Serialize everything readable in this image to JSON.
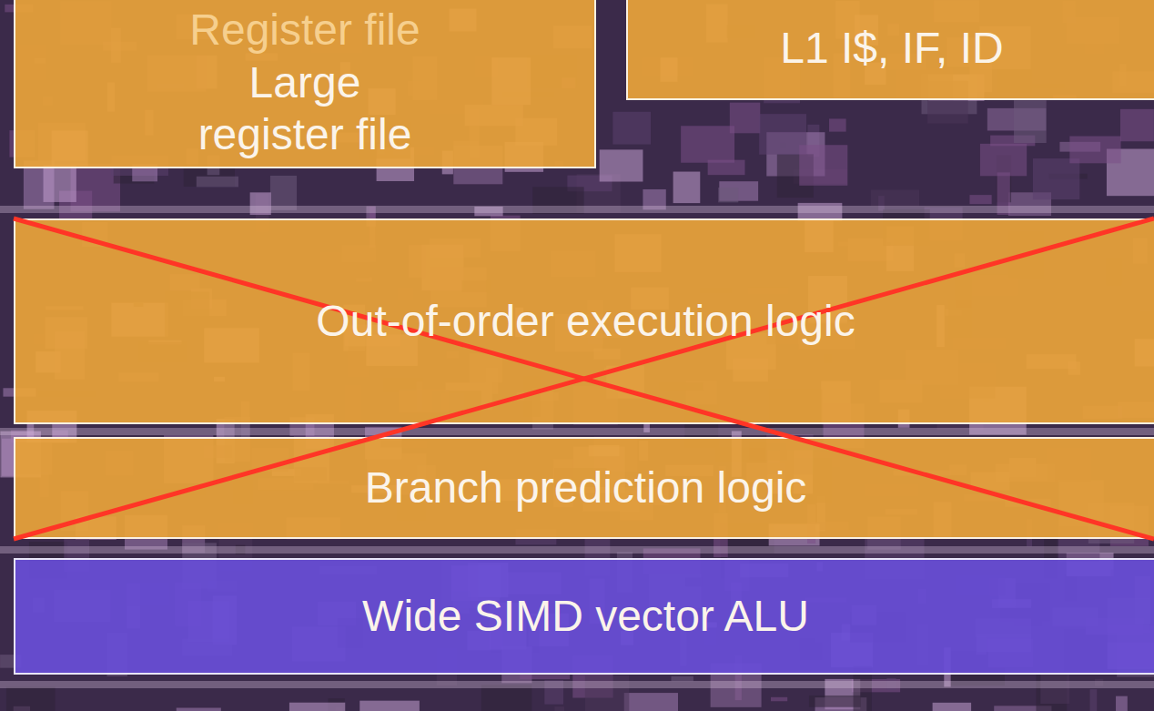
{
  "diagram": {
    "nodes": [
      {
        "text": [
          "Register file",
          "Large register file"
        ]
      },
      {
        "text": [
          "L1 I$, IF, ID"
        ]
      },
      {
        "text": [
          "Out-of-order execution logic"
        ]
      },
      {
        "text": [
          "Branch prediction logic"
        ]
      },
      {
        "text": [
          "Wide SIMD vector ALU"
        ]
      }
    ]
  }
}
